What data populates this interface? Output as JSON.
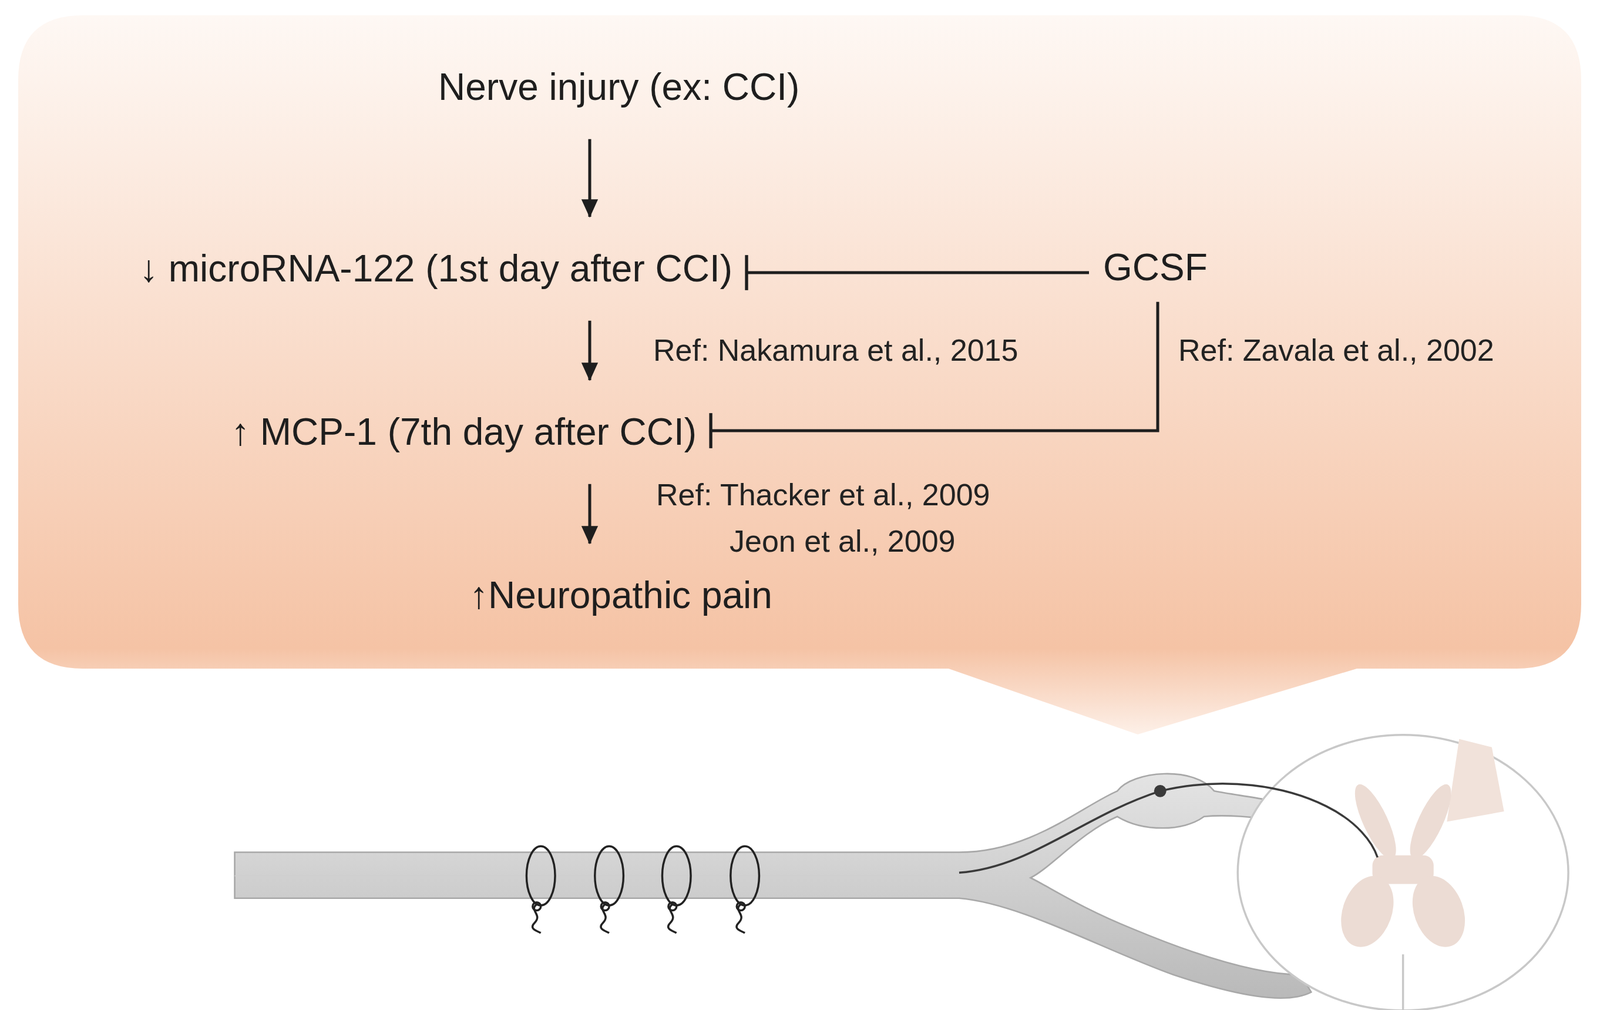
{
  "diagram": {
    "nodes": [
      {
        "text": [
          "Nerve injury (ex: CCI)"
        ]
      },
      {
        "text": [
          "↓ microRNA-122 (1st day after CCI)"
        ]
      },
      {
        "text": [
          "↑ MCP-1 (7th day after CCI)"
        ]
      },
      {
        "text": [
          "↑Neuropathic pain"
        ]
      },
      {
        "text": [
          "GCSF"
        ]
      }
    ],
    "edges": [
      {
        "from": 0,
        "to": 1,
        "arrow": "to"
      },
      {
        "from": 1,
        "to": 2,
        "arrow": "to"
      },
      {
        "from": 2,
        "to": 3,
        "arrow": "to"
      },
      {
        "from": 4,
        "to": 1,
        "arrow": "to"
      },
      {
        "from": 4,
        "to": 2,
        "arrow": "to"
      }
    ],
    "labels": [
      "Ref: Nakamura et al., 2015",
      "Ref: Zavala et al., 2002",
      "Ref: Thacker et al., 2009",
      "Jeon et al., 2009"
    ]
  }
}
